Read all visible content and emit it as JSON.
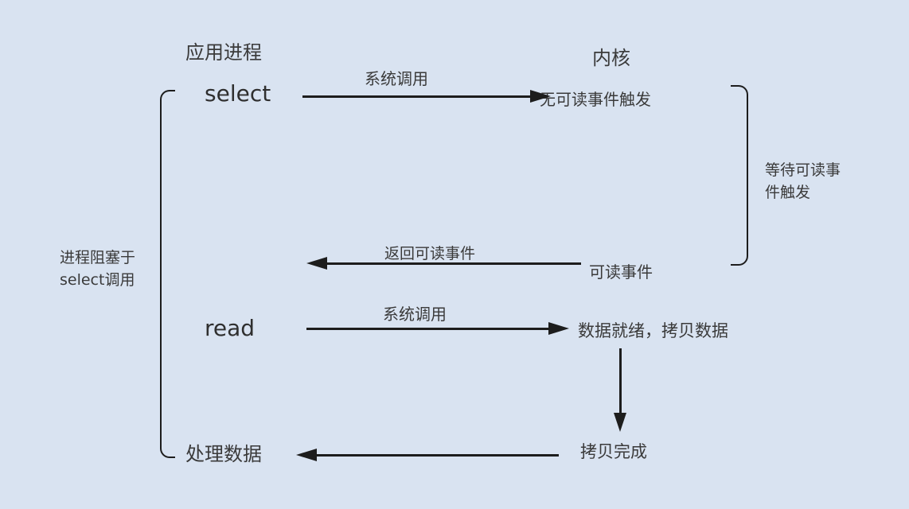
{
  "page": {
    "background_color": "#d9e3f1",
    "line_color": "#1d1d1d",
    "text_color": "#3a3a3a"
  },
  "headers": {
    "app_process": "应用进程",
    "kernel": "内核"
  },
  "nodes": {
    "select": "select",
    "read": "read",
    "process_data": "处理数据",
    "no_readable_event": "无可读事件触发",
    "readable_event": "可读事件",
    "data_ready_copy": "数据就绪，拷贝数据",
    "copy_done": "拷贝完成"
  },
  "arrow_labels": {
    "select_syscall": "系统调用",
    "return_readable": "返回可读事件",
    "read_syscall": "系统调用"
  },
  "annotations": {
    "wait_line1": "等待可读事",
    "wait_line2": "件触发",
    "block_line1": "进程阻塞于",
    "block_line2": "select调用"
  }
}
